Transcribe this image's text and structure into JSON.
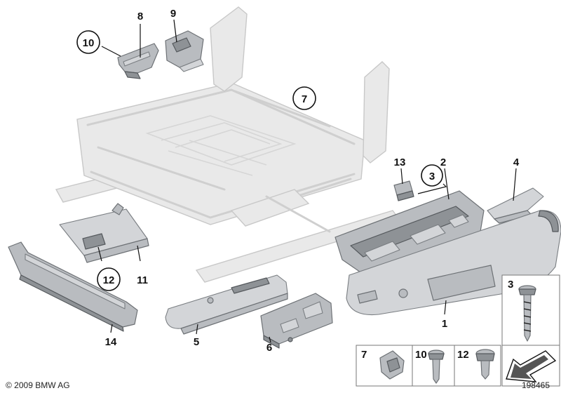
{
  "labels": {
    "p1": "1",
    "p2": "2",
    "p3": "3",
    "p4": "4",
    "p5": "5",
    "p6": "6",
    "p7": "7",
    "p8": "8",
    "p9": "9",
    "p10": "10",
    "p11": "11",
    "p12": "12",
    "p13": "13",
    "p14": "14"
  },
  "legend": {
    "l3": "3",
    "l7": "7",
    "l10": "10",
    "l12": "12"
  },
  "footer": {
    "copyright": "© 2009 BMW AG",
    "diagram_number": "198465"
  }
}
